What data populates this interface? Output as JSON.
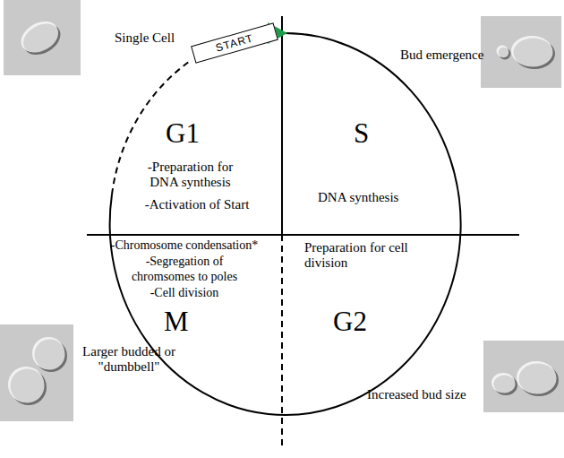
{
  "diagram": {
    "nodes": [
      {
        "text": [
          "START"
        ]
      },
      {
        "text": [
          "G1",
          "-Preparation for DNA synthesis",
          "-Activation of Start"
        ]
      },
      {
        "text": [
          "S",
          "DNA synthesis"
        ]
      },
      {
        "text": [
          "-Chromosome condensation*",
          "-Segregation of chromsomes to poles",
          "-Cell division",
          "M"
        ]
      },
      {
        "text": [
          "Preparation for cell division",
          "G2"
        ]
      }
    ],
    "labels": [
      "Single Cell",
      "Bud emergence",
      "Larger budded or \"dumbbell\"",
      "Increased bud size"
    ]
  }
}
